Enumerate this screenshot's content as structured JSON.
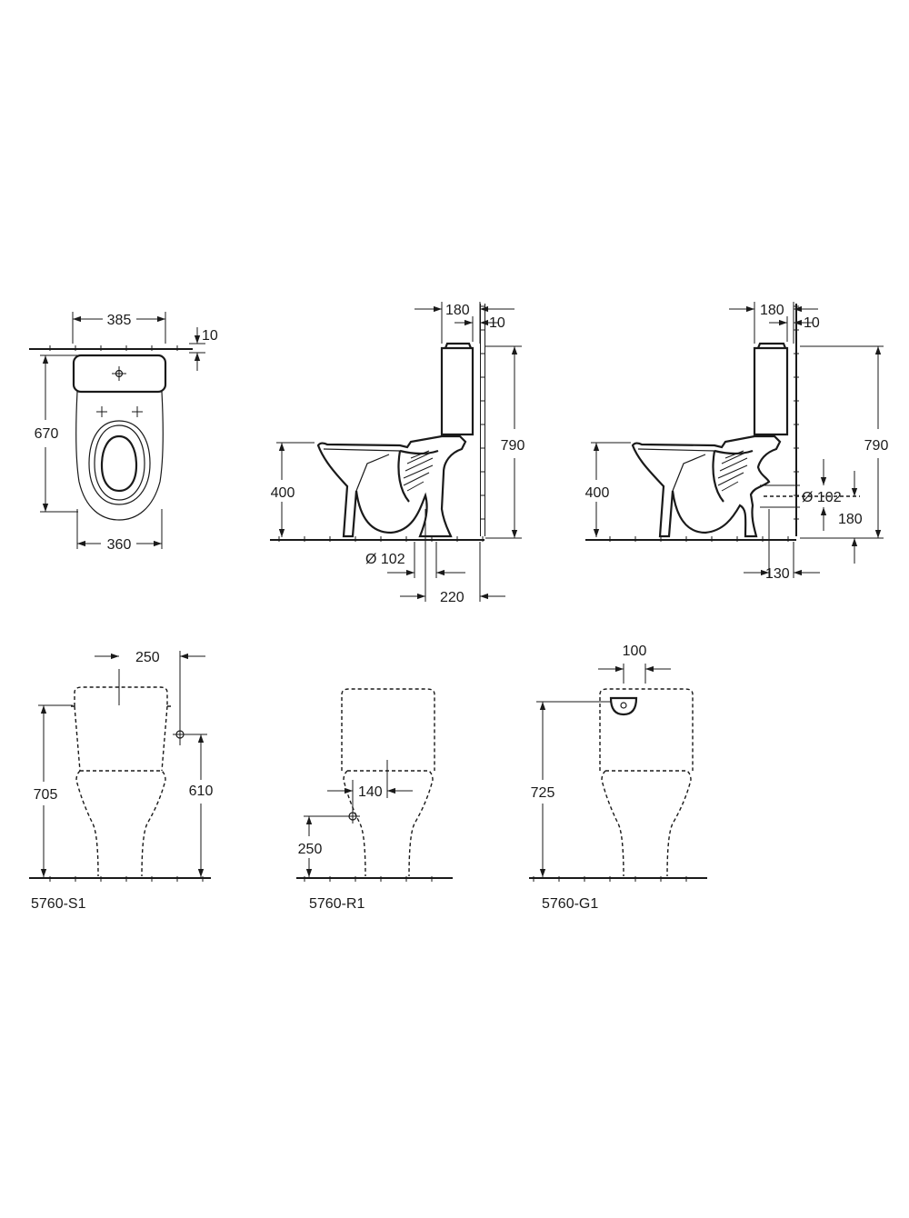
{
  "top_view": {
    "width_top": "385",
    "wall_gap": "10",
    "depth": "670",
    "width_bottom": "360"
  },
  "side_view_floor": {
    "tank_depth": "180",
    "wall_gap": "10",
    "height": "790",
    "seat_height": "400",
    "outlet_diameter": "Ø 102",
    "outlet_distance": "220"
  },
  "side_view_wall": {
    "tank_depth": "180",
    "wall_gap": "10",
    "height": "790",
    "seat_height": "400",
    "outlet_diameter": "Ø 102",
    "outlet_height": "180",
    "outlet_projection": "130"
  },
  "variant_s1": {
    "inlet_offset": "250",
    "total_height": "705",
    "inlet_height": "610",
    "code": "5760-S1"
  },
  "variant_r1": {
    "inlet_offset": "140",
    "inlet_height": "250",
    "code": "5760-R1"
  },
  "variant_g1": {
    "inlet_width": "100",
    "total_height": "725",
    "code": "5760-G1"
  }
}
